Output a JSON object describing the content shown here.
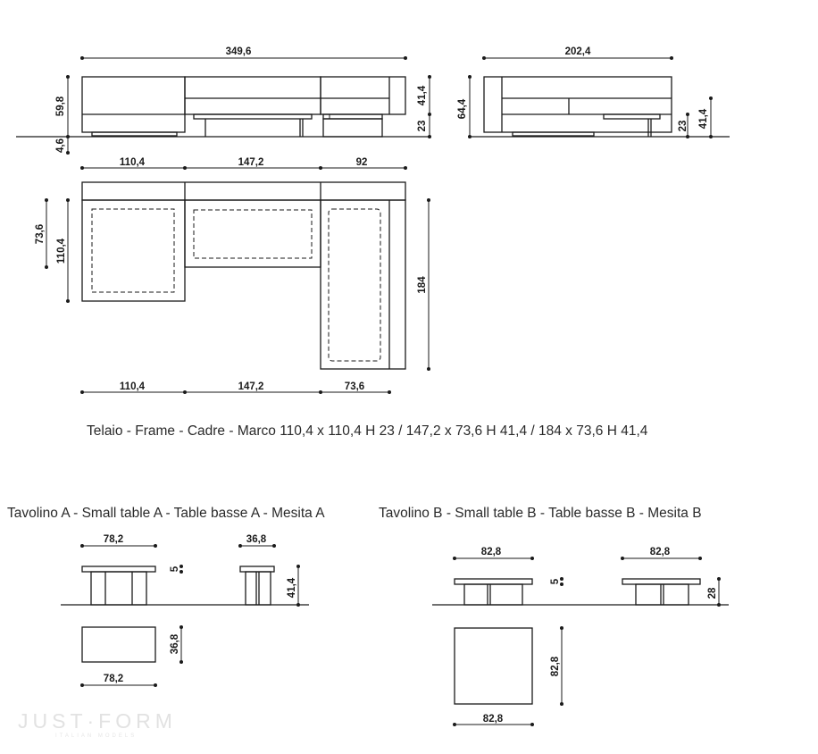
{
  "frame_caption": "Telaio - Frame - Cadre - Marco 110,4 x 110,4 H 23 / 147,2 x 73,6 H 41,4 / 184 x 73,6 H 41,4",
  "table_a_caption": "Tavolino A - Small table A - Table basse A - Mesita A",
  "table_b_caption": "Tavolino B - Small table B - Table basse B - Mesita B",
  "brand": {
    "name": "JUST·FORM",
    "tagline": "ITALIAN MODELS"
  },
  "dimensions": {
    "front_total_width": "349,6",
    "front_back_height": "59,8",
    "front_seat_height": "41,4",
    "front_base_height": "23",
    "front_feet_height": "4,6",
    "side_total_width": "202,4",
    "side_back_height": "64,4",
    "side_base_height": "23",
    "side_seat_height": "41,4",
    "plan_top_w1": "110,4",
    "plan_top_w2": "147,2",
    "plan_top_w3": "92",
    "plan_left_depth_inner": "73,6",
    "plan_left_depth_outer": "110,4",
    "plan_right_depth": "184",
    "plan_bottom_w1": "110,4",
    "plan_bottom_w2": "147,2",
    "plan_bottom_w3": "73,6",
    "table_a_front_width": "78,2",
    "table_a_side_width": "36,8",
    "table_a_top_thickness": "5",
    "table_a_height": "41,4",
    "table_a_plan_depth": "36,8",
    "table_a_plan_width": "78,2",
    "table_b_front_width": "82,8",
    "table_b_side_width": "82,8",
    "table_b_top_thickness": "5",
    "table_b_height": "28",
    "table_b_plan_depth": "82,8",
    "table_b_plan_width": "82,8"
  }
}
